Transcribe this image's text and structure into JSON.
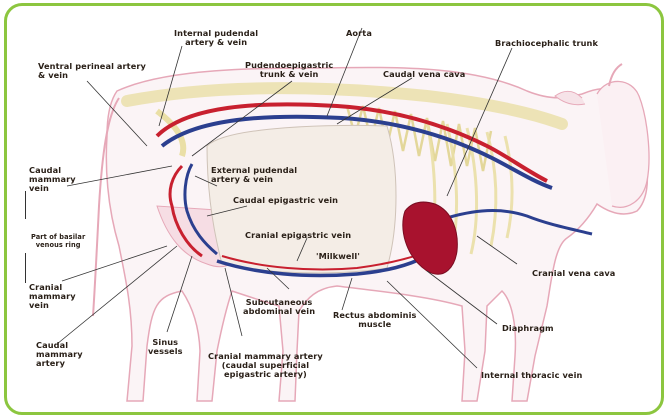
{
  "labels": {
    "internal_pudendal": "Internal pudendal\nartery & vein",
    "aorta": "Aorta",
    "brachiocephalic": "Brachiocephalic trunk",
    "ventral_perineal": "Ventral perineal artery\n& vein",
    "pudendoepigastric": "Pudendoepigastric\ntrunk & vein",
    "caudal_vena_cava": "Caudal vena cava",
    "caudal_mammary_vein": "Caudal\nmammary\nvein",
    "external_pudendal": "External pudendal\nartery & vein",
    "caudal_epigastric_vein": "Caudal epigastric vein",
    "basilar_ring": "Part of basilar\nvenous ring",
    "cranial_epigastric_vein": "Cranial epigastric vein",
    "milkwell": "'Milkwell'",
    "cranial_mammary_vein": "Cranial\nmammary\nvein",
    "cranial_vena_cava": "Cranial vena cava",
    "subcutaneous_abdominal": "Subcutaneous\nabdominal vein",
    "diaphragm": "Diaphragm",
    "caudal_mammary_artery": "Caudal\nmammary\nartery",
    "sinus_vessels": "Sinus\nvessels",
    "rectus_abdominis": "Rectus abdominis\nmuscle",
    "cranial_mammary_artery": "Cranial mammary artery\n(caudal superficial\nepigastric artery)",
    "internal_thoracic_vein": "Internal thoracic vein"
  },
  "colors": {
    "artery": "#c8202f",
    "vein": "#2b3f8f",
    "frame": "#8cc63f",
    "body_outline": "#e6a8b8",
    "skeleton": "#eadfa6",
    "heart": "#a8122e"
  }
}
